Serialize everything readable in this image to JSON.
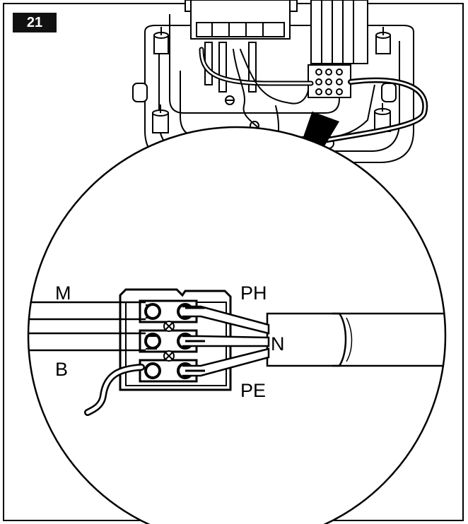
{
  "figure_number": "21",
  "labels": {
    "m": "M",
    "b": "B",
    "ph": "PH",
    "n": "N",
    "pe": "PE"
  },
  "colors": {
    "ink": "#000000",
    "paper": "#ffffff",
    "badge": "#111111"
  }
}
